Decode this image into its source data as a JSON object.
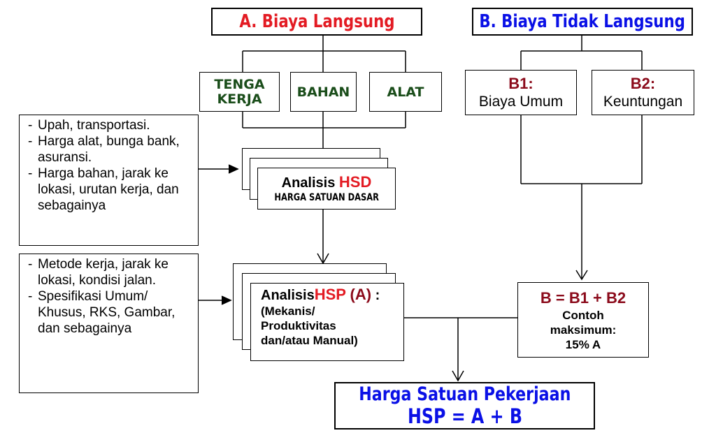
{
  "colors": {
    "red": "#e31b23",
    "blue": "#0a10e6",
    "green": "#1a4d1a",
    "maroon": "#8b0a1a"
  },
  "a_header": "A. Biaya Langsung",
  "b_header": "B. Biaya Tidak Langsung",
  "tenaga_kerja": [
    "TENGA",
    "KERJA"
  ],
  "bahan": "BAHAN",
  "alat": "ALAT",
  "b1": {
    "code": "B1:",
    "label": "Biaya Umum"
  },
  "b2": {
    "code": "B2:",
    "label": "Keuntungan"
  },
  "notes1": {
    "items": [
      {
        "dash": "-",
        "text": "Upah, transportasi."
      },
      {
        "dash": "-",
        "text": "Harga alat, bunga bank, asuransi."
      },
      {
        "dash": "-",
        "text": "Harga bahan, jarak ke lokasi, urutan kerja, dan sebagainya"
      }
    ]
  },
  "notes2": {
    "items": [
      {
        "dash": "-",
        "text": "Metode kerja, jarak ke lokasi, kondisi jalan."
      },
      {
        "dash": "-",
        "text": "Spesifikasi Umum/ Khusus, RKS, Gambar, dan sebagainya"
      }
    ]
  },
  "hsd": {
    "prefix": "Analisis",
    "code": "HSD",
    "subtitle": "HARGA SATUAN DASAR"
  },
  "hsp_analysis": {
    "prefix": "Analisis",
    "code": "HSP",
    "suffix_colored": "(A)",
    "colon": ":",
    "line1": "(Mekanis/",
    "line2": "Produktivitas",
    "line3": "dan/atau Manual)"
  },
  "b_sum": {
    "formula": "B = B1 + B2",
    "line1": "Contoh",
    "line2": "maksimum:",
    "line3": "15% A"
  },
  "final": {
    "title": "Harga Satuan Pekerjaan",
    "formula": "HSP = A + B"
  }
}
